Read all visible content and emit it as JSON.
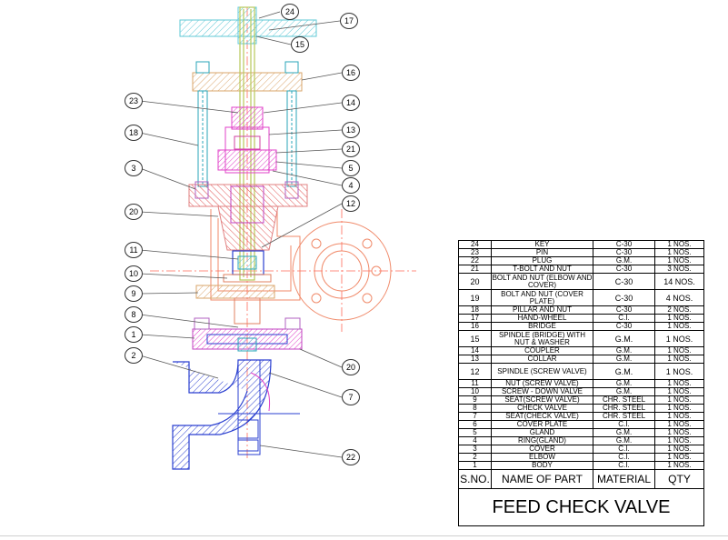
{
  "callouts": [
    "24",
    "17",
    "15",
    "16",
    "23",
    "14",
    "18",
    "13",
    "21",
    "3",
    "5",
    "4",
    "20",
    "12",
    "11",
    "10",
    "9",
    "8",
    "1",
    "2",
    "20",
    "7",
    "22"
  ],
  "parts": [
    {
      "sno": "24",
      "name": "KEY",
      "material": "C-30",
      "qty": "1 NOS."
    },
    {
      "sno": "23",
      "name": "PIN",
      "material": "C-30",
      "qty": "1 NOS."
    },
    {
      "sno": "22",
      "name": "PLUG",
      "material": "G.M.",
      "qty": "1 NOS."
    },
    {
      "sno": "21",
      "name": "T-BOLT AND NUT",
      "material": "C-30",
      "qty": "3 NOS."
    },
    {
      "sno": "20",
      "name": "BOLT AND NUT (ELBOW AND COVER)",
      "material": "C-30",
      "qty": "14 NOS."
    },
    {
      "sno": "19",
      "name": "BOLT AND NUT (COVER PLATE)",
      "material": "C-30",
      "qty": "4 NOS."
    },
    {
      "sno": "18",
      "name": "PILLAR AND NUT",
      "material": "C-30",
      "qty": "2 NOS."
    },
    {
      "sno": "17",
      "name": "HAND-WHEEL",
      "material": "C.I.",
      "qty": "1 NOS."
    },
    {
      "sno": "16",
      "name": "BRIDGE",
      "material": "C-30",
      "qty": "1 NOS."
    },
    {
      "sno": "15",
      "name": "SPINDLE (BRIDGE) WITH NUT & WASHER",
      "material": "G.M.",
      "qty": "1 NOS."
    },
    {
      "sno": "14",
      "name": "COUPLER",
      "material": "G.M.",
      "qty": "1 NOS."
    },
    {
      "sno": "13",
      "name": "COLLAR",
      "material": "G.M.",
      "qty": "1 NOS."
    },
    {
      "sno": "12",
      "name": "SPINDLE (SCREW VALVE)",
      "material": "G.M.",
      "qty": "1 NOS."
    },
    {
      "sno": "11",
      "name": "NUT (SCREW VALVE)",
      "material": "G.M.",
      "qty": "1 NOS."
    },
    {
      "sno": "10",
      "name": "SCREW - DOWN VALVE",
      "material": "G.M.",
      "qty": "1 NOS."
    },
    {
      "sno": "9",
      "name": "SEAT(SCREW VALVE)",
      "material": "CHR. STEEL",
      "qty": "1 NOS."
    },
    {
      "sno": "8",
      "name": "CHECK VALVE",
      "material": "CHR. STEEL",
      "qty": "1 NOS."
    },
    {
      "sno": "7",
      "name": "SEAT(CHECK VALVE)",
      "material": "CHR. STEEL",
      "qty": "1 NOS."
    },
    {
      "sno": "6",
      "name": "COVER PLATE",
      "material": "C.I.",
      "qty": "1 NOS."
    },
    {
      "sno": "5",
      "name": "GLAND",
      "material": "G.M.",
      "qty": "1 NOS."
    },
    {
      "sno": "4",
      "name": "RING(GLAND)",
      "material": "G.M.",
      "qty": "1 NOS."
    },
    {
      "sno": "3",
      "name": "COVER",
      "material": "C.I.",
      "qty": "1 NOS."
    },
    {
      "sno": "2",
      "name": "ELBOW",
      "material": "C.I.",
      "qty": "1 NOS."
    },
    {
      "sno": "1",
      "name": "BODY",
      "material": "C.I.",
      "qty": "1 NOS."
    }
  ],
  "table_header": {
    "sno": "S.NO.",
    "name": "NAME OF PART",
    "material": "MATERIAL",
    "qty": "QTY"
  },
  "title": "FEED CHECK VALVE",
  "colors": {
    "handwheel": "#5fc8d6",
    "bridge": "#d9a46a",
    "spindle": "#b8c95a",
    "pillar": "#2aa6b8",
    "magenta": "#e040c8",
    "orange": "#f08a6a",
    "blue": "#2a3fd0",
    "center": "#ff6a5a"
  }
}
